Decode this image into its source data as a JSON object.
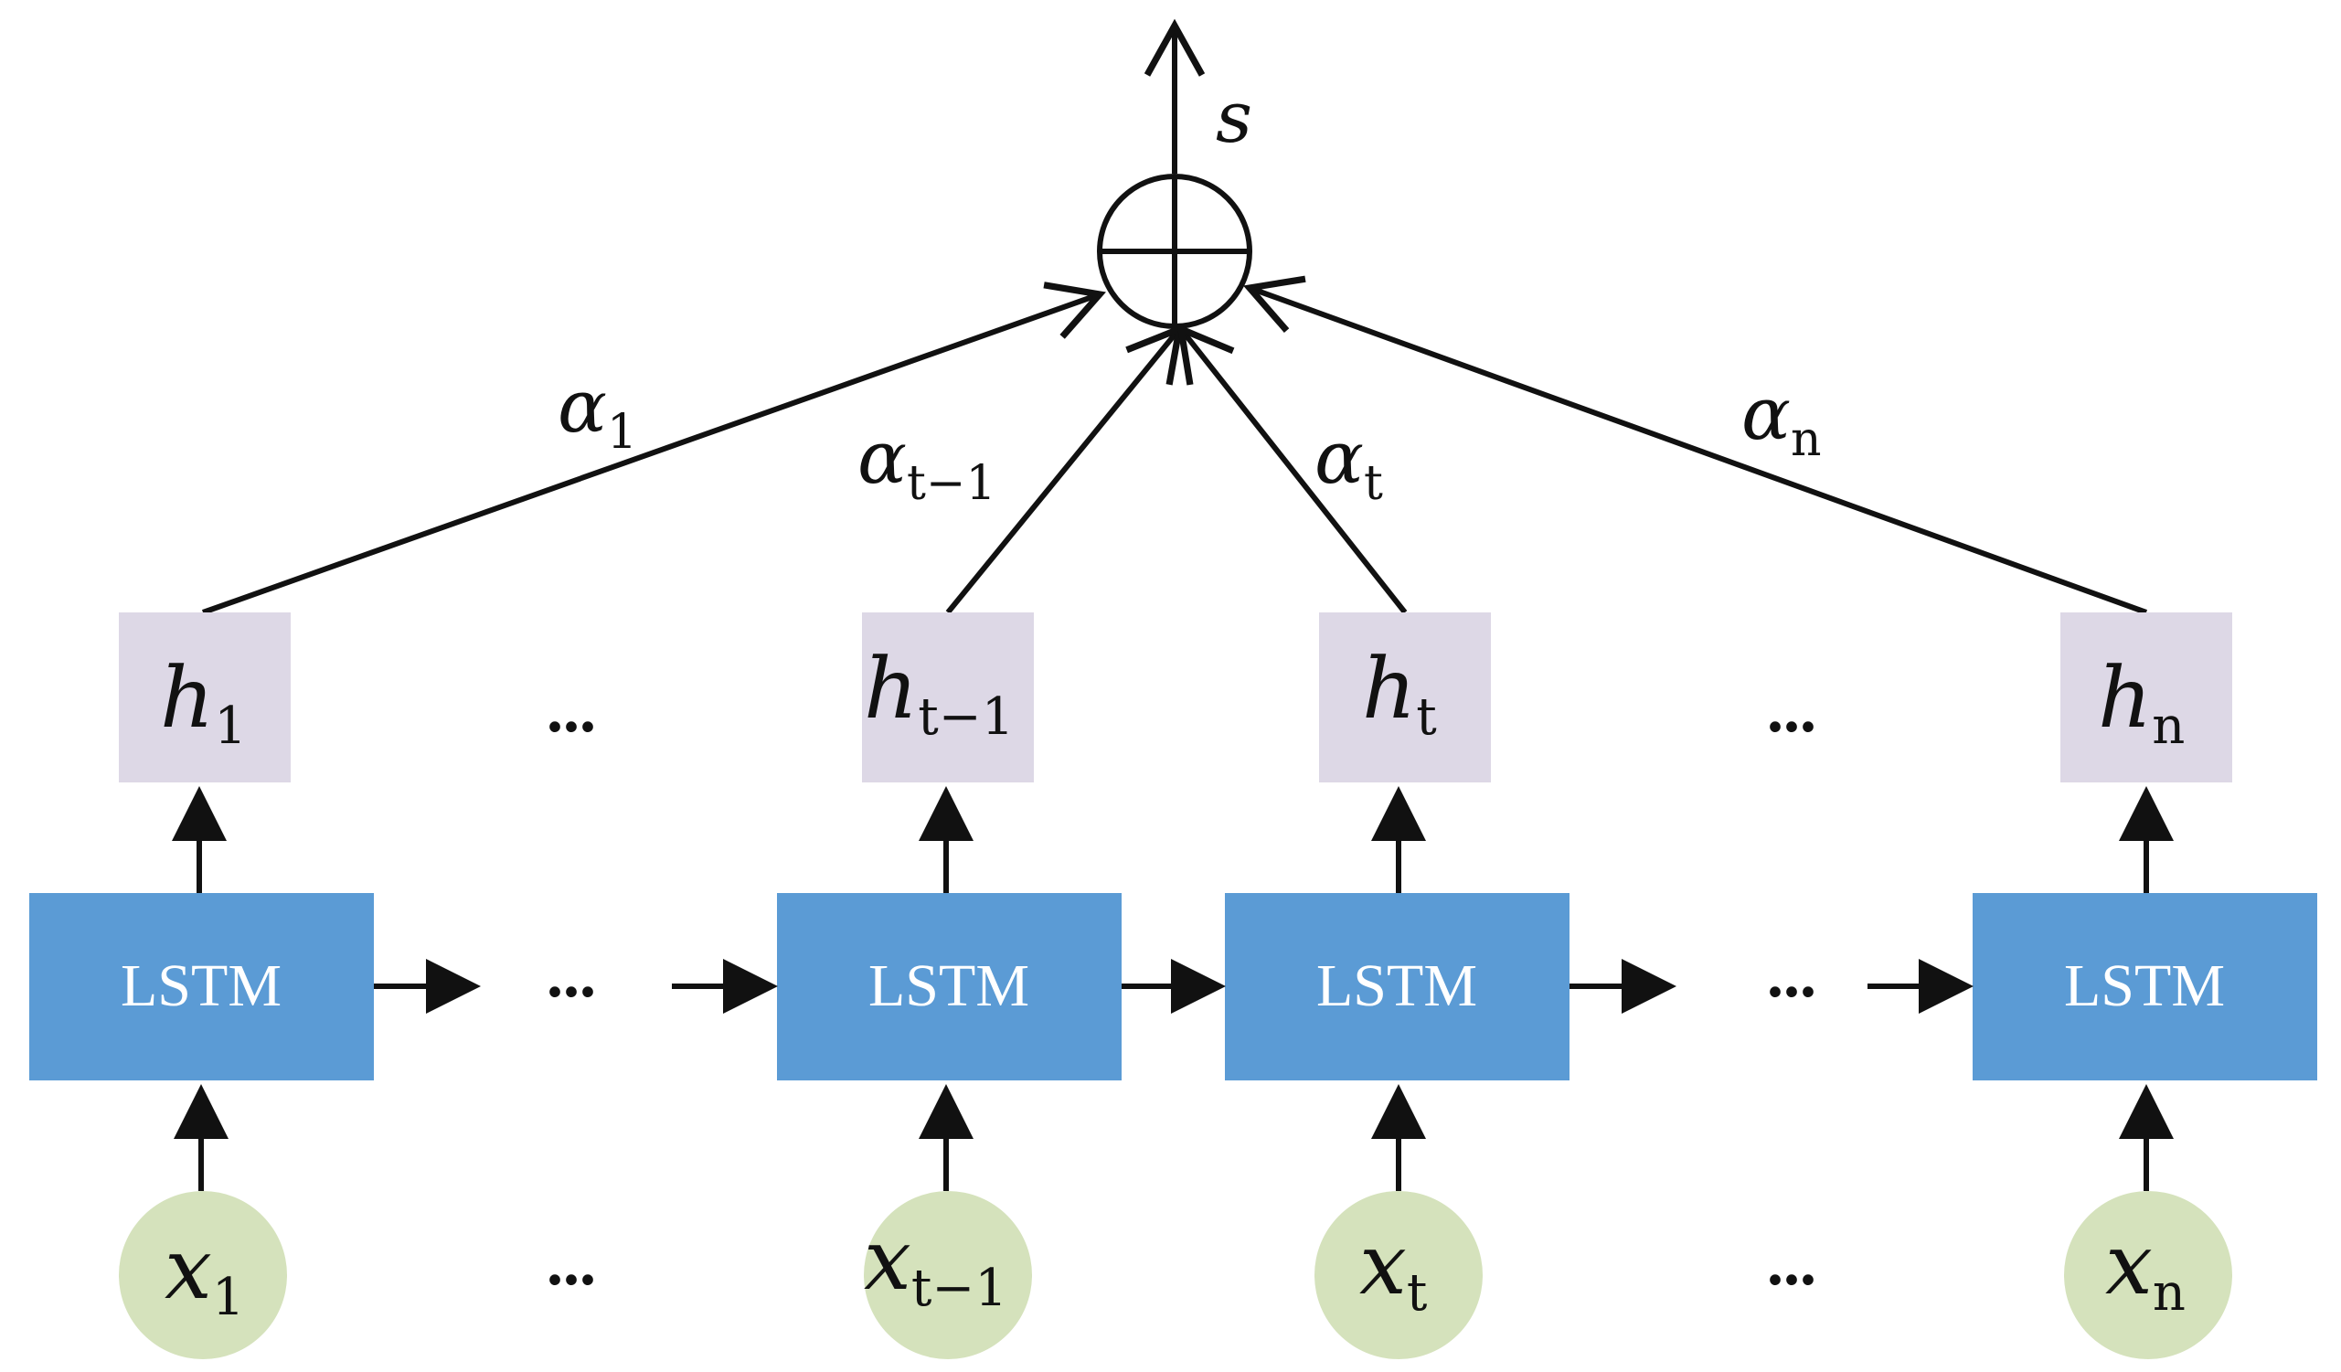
{
  "colors": {
    "lstm_fill": "#5b9bd5",
    "hidden_fill": "#ddd8e6",
    "input_fill": "#d5e2bc",
    "line": "#111111"
  },
  "output": {
    "symbol": "s"
  },
  "sum_node": {
    "icon": "circle-plus-icon"
  },
  "lstm_label": "LSTM",
  "ellipsis": "...",
  "steps": [
    {
      "lstm": "LSTM",
      "hidden": {
        "base": "h",
        "sub": "1"
      },
      "input": {
        "base": "x",
        "sub": "1"
      },
      "weight": {
        "base": "α",
        "sub": "1"
      }
    },
    {
      "lstm": "LSTM",
      "hidden": {
        "base": "h",
        "sub": "t−1"
      },
      "input": {
        "base": "x",
        "sub": "t−1"
      },
      "weight": {
        "base": "α",
        "sub": "t−1"
      }
    },
    {
      "lstm": "LSTM",
      "hidden": {
        "base": "h",
        "sub": "t"
      },
      "input": {
        "base": "x",
        "sub": "t"
      },
      "weight": {
        "base": "α",
        "sub": "t"
      }
    },
    {
      "lstm": "LSTM",
      "hidden": {
        "base": "h",
        "sub": "n"
      },
      "input": {
        "base": "x",
        "sub": "n"
      },
      "weight": {
        "base": "α",
        "sub": "n"
      }
    }
  ]
}
